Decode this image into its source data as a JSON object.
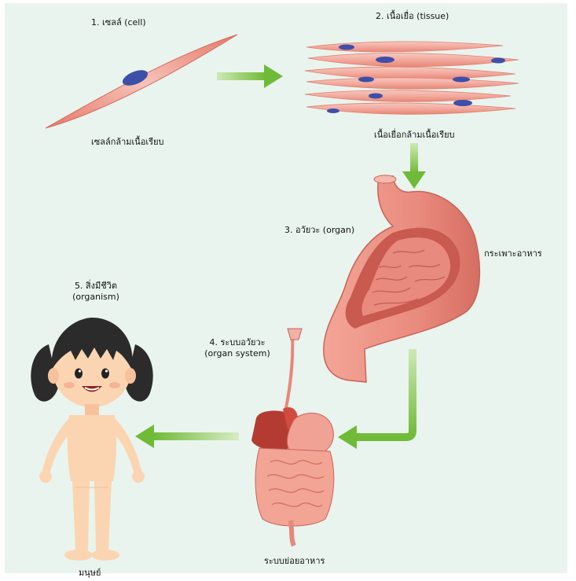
{
  "steps": {
    "cell": {
      "title": "1. เซลล์ (cell)",
      "caption": "เซลล์กล้ามเนื้อเรียบ"
    },
    "tissue": {
      "title": "2. เนื้อเยื่อ (tissue)",
      "caption": "เนื้อเยื่อกล้ามเนื้อเรียบ"
    },
    "organ": {
      "title": "3. อวัยวะ (organ)",
      "caption": "กระเพาะอาหาร"
    },
    "organ_system": {
      "title": "4. ระบบอวัยวะ",
      "subtitle": "(organ system)",
      "caption": "ระบบย่อยอาหาร"
    },
    "organism": {
      "title": "5. สิ่งมีชีวิต",
      "subtitle": "(organism)",
      "caption": "มนุษย์"
    }
  },
  "colors": {
    "background": "#e9f4ee",
    "arrow": "#7cc243",
    "muscle": "#f0a89c",
    "nucleus": "#3d4fa8",
    "stomach": "#e98b7d",
    "skin": "#fbd5b2",
    "hair": "#2b2b2b"
  }
}
